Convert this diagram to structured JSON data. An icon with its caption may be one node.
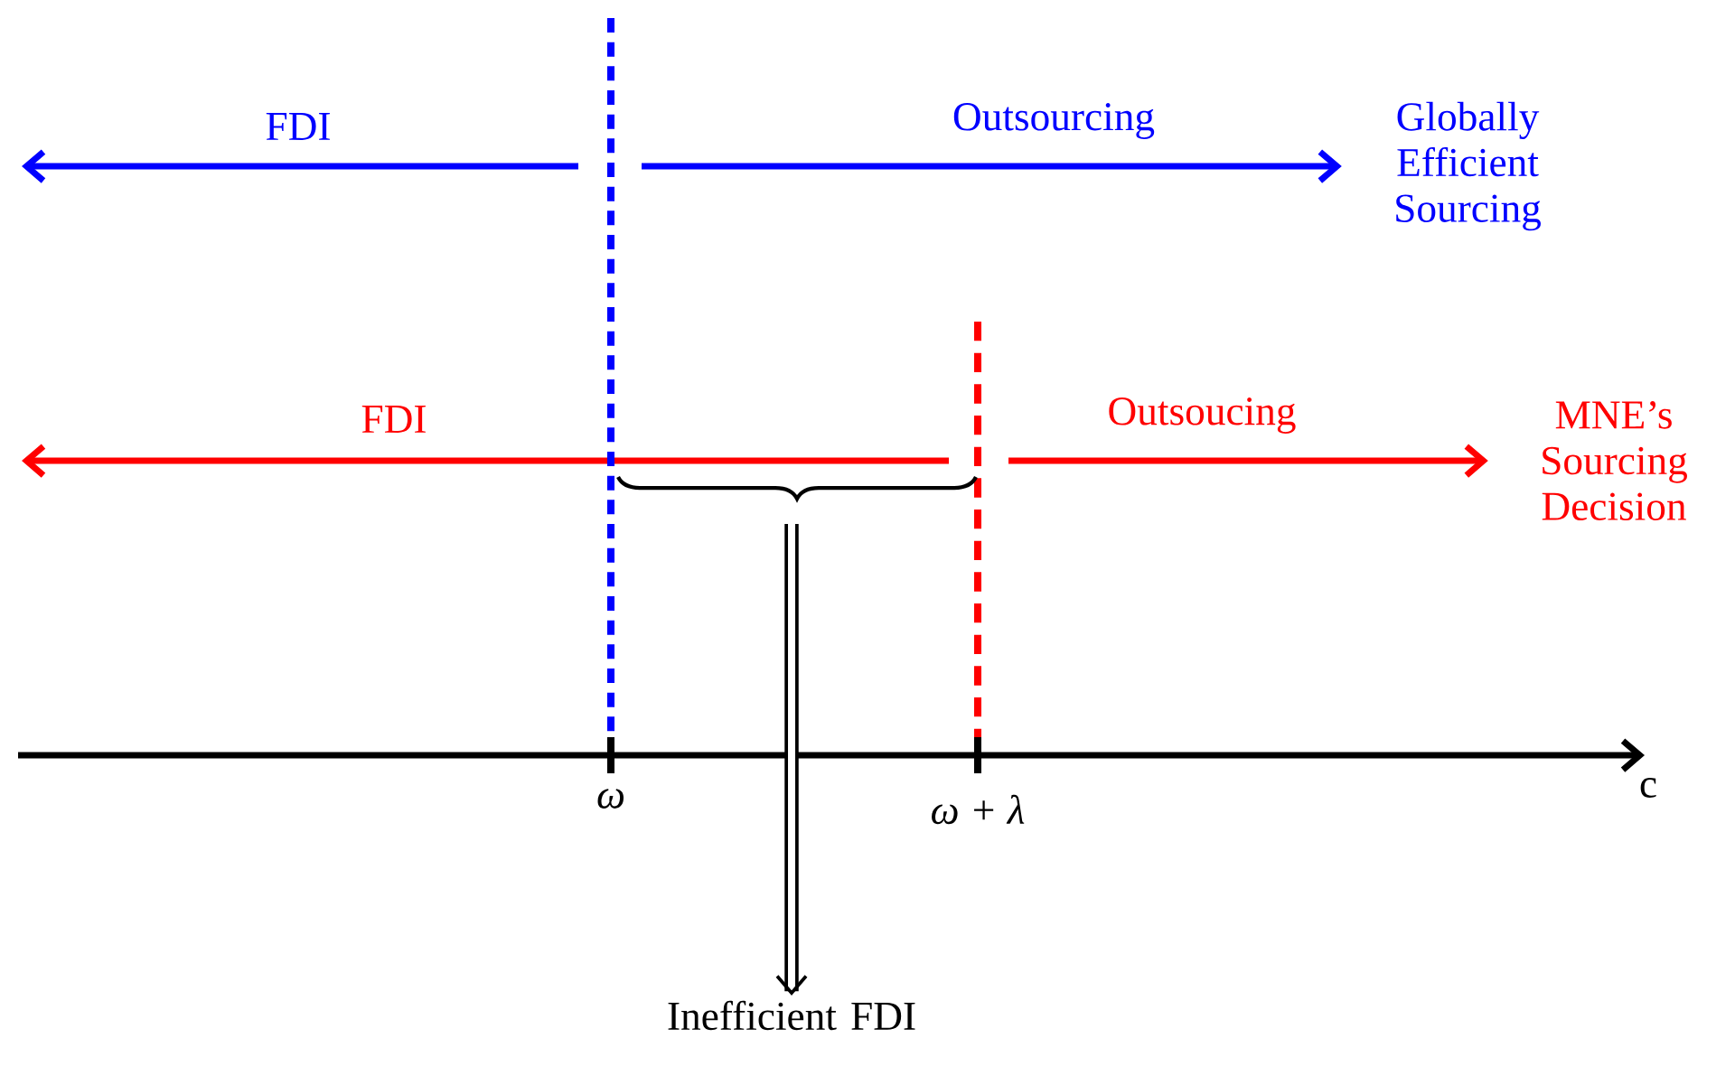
{
  "diagram": {
    "nodes": [
      {
        "text": [
          "Globally Efficient Sourcing"
        ]
      },
      {
        "text": [
          "MNE’s Sourcing Decision"
        ]
      },
      {
        "text": [
          "Inefficient FDI"
        ]
      }
    ],
    "edges": [
      {
        "from": null,
        "to": 0,
        "arrow": "to",
        "label": "Outsourcing",
        "color": "#0000ff"
      },
      {
        "from": null,
        "to": 1,
        "arrow": "to",
        "label": "Outsoucing",
        "color": "#ff0000"
      },
      {
        "from": null,
        "to": 2,
        "arrow": "to",
        "style": "thick",
        "color": "#000000"
      }
    ],
    "labels": [
      "FDI",
      "FDI",
      "ω",
      "ω + λ",
      "c"
    ]
  }
}
